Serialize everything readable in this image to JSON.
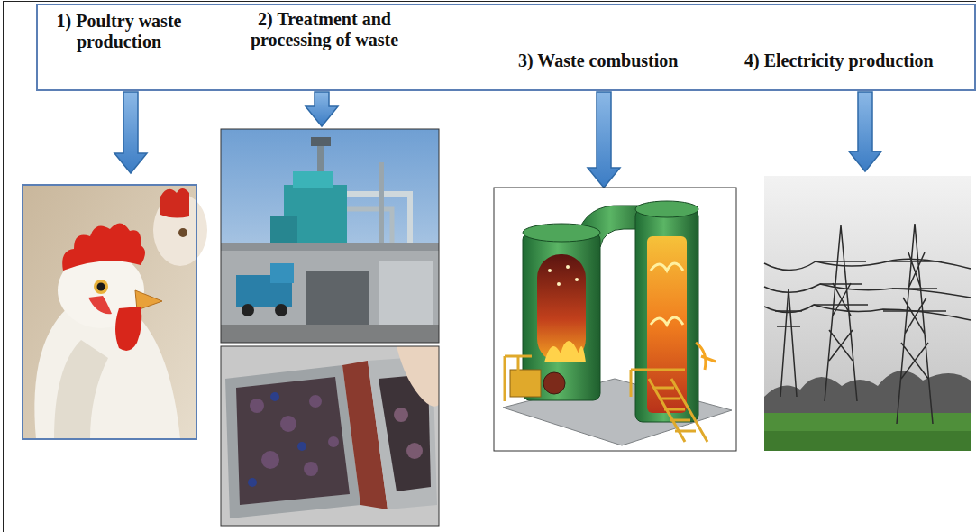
{
  "diagram": {
    "nodes": [
      {
        "text": [
          "1) Poultry waste production",
          "2) Treatment and processing of waste",
          "3) Waste combustion",
          "4) Electricity production"
        ]
      }
    ]
  }
}
